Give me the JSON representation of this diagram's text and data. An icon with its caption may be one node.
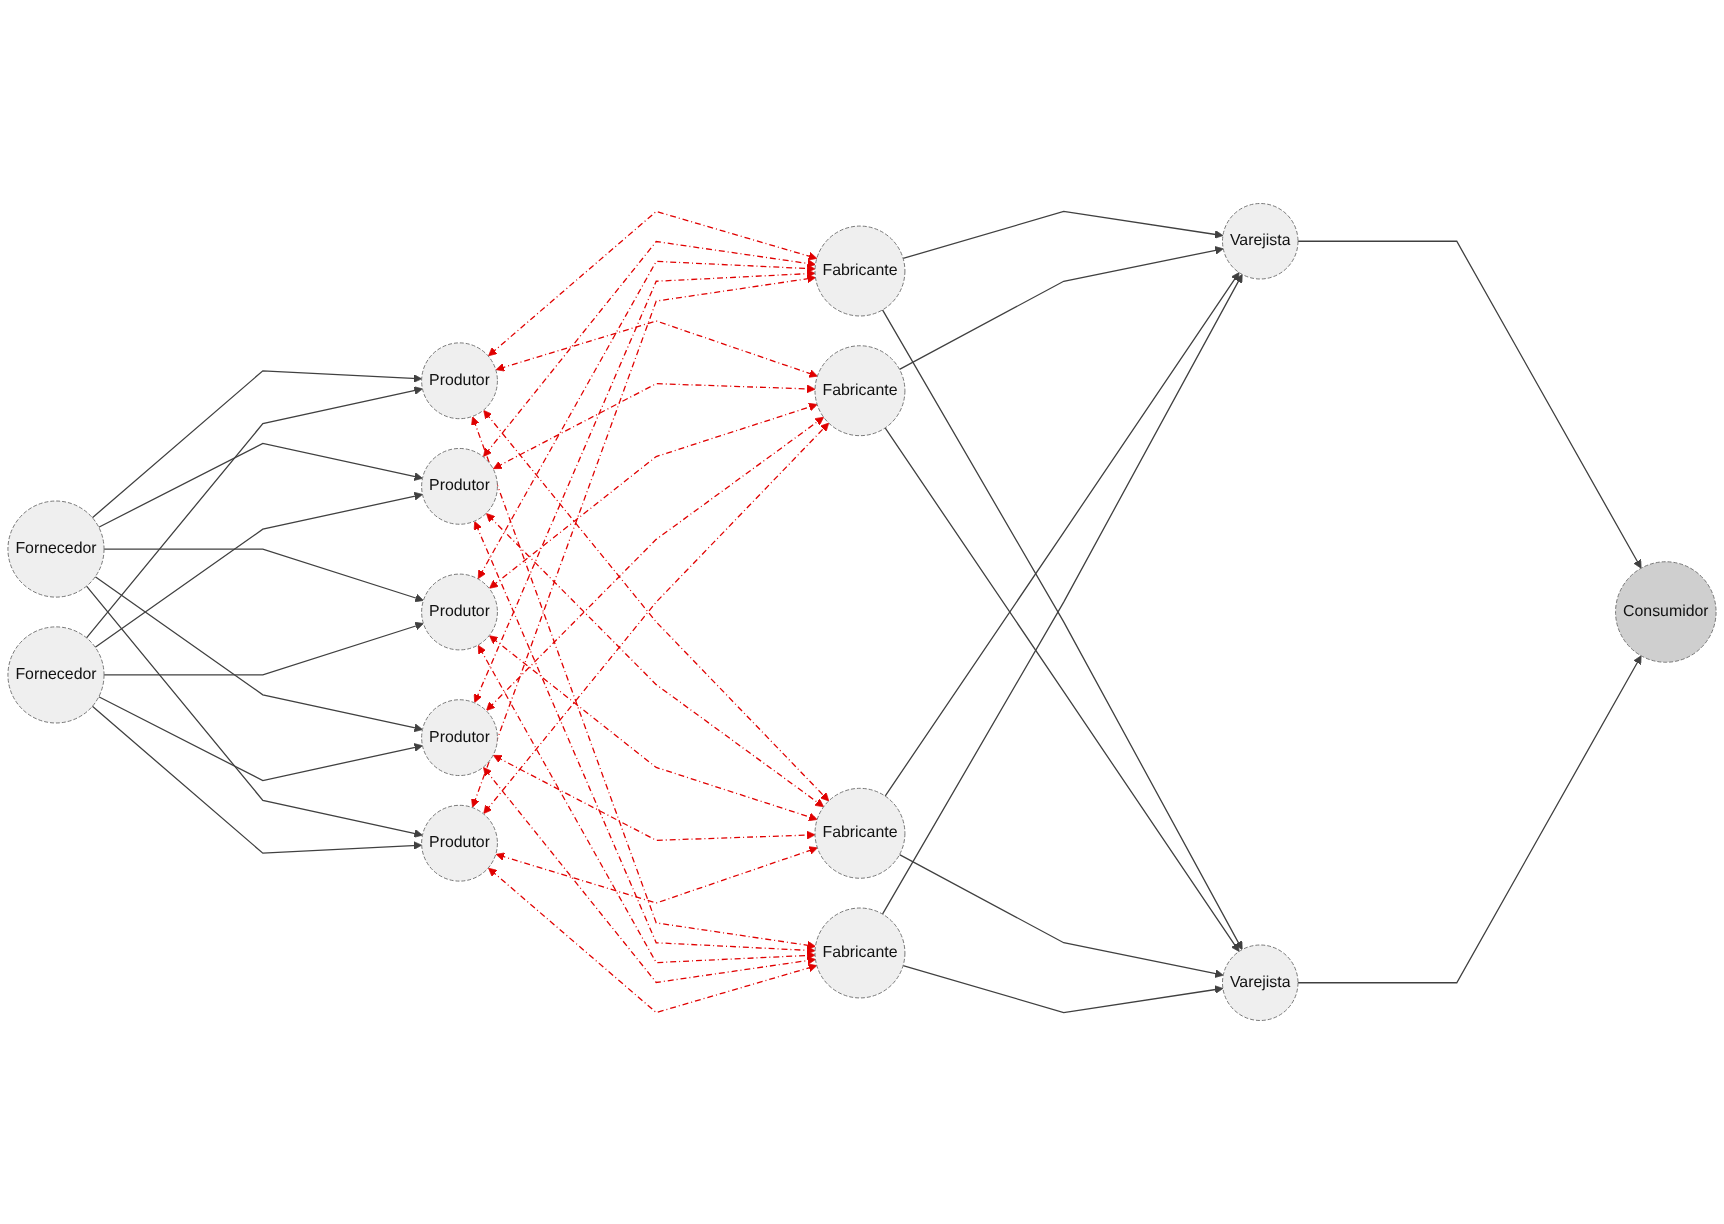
{
  "diagram": {
    "nodes": [
      {
        "text": [
          "Fornecedor"
        ]
      },
      {
        "text": [
          "Fornecedor"
        ]
      },
      {
        "text": [
          "Produtor"
        ]
      },
      {
        "text": [
          "Produtor"
        ]
      },
      {
        "text": [
          "Produtor"
        ]
      },
      {
        "text": [
          "Produtor"
        ]
      },
      {
        "text": [
          "Produtor"
        ]
      },
      {
        "text": [
          "Fabricante"
        ]
      },
      {
        "text": [
          "Fabricante"
        ]
      },
      {
        "text": [
          "Fabricante"
        ]
      },
      {
        "text": [
          "Fabricante"
        ]
      },
      {
        "text": [
          "Varejista"
        ]
      },
      {
        "text": [
          "Varejista"
        ]
      },
      {
        "text": [
          "Consumidor"
        ]
      }
    ],
    "edges": [
      {
        "from": 0,
        "to": 2,
        "arrow": "to"
      },
      {
        "from": 0,
        "to": 3,
        "arrow": "to"
      },
      {
        "from": 0,
        "to": 4,
        "arrow": "to"
      },
      {
        "from": 0,
        "to": 5,
        "arrow": "to"
      },
      {
        "from": 0,
        "to": 6,
        "arrow": "to"
      },
      {
        "from": 1,
        "to": 2,
        "arrow": "to"
      },
      {
        "from": 1,
        "to": 3,
        "arrow": "to"
      },
      {
        "from": 1,
        "to": 4,
        "arrow": "to"
      },
      {
        "from": 1,
        "to": 5,
        "arrow": "to"
      },
      {
        "from": 1,
        "to": 6,
        "arrow": "to"
      },
      {
        "from": 2,
        "to": 7,
        "arrow": "both",
        "style": "dashed",
        "color": "#e00000"
      },
      {
        "from": 2,
        "to": 8,
        "arrow": "both",
        "style": "dashed",
        "color": "#e00000"
      },
      {
        "from": 2,
        "to": 9,
        "arrow": "both",
        "style": "dashed",
        "color": "#e00000"
      },
      {
        "from": 2,
        "to": 10,
        "arrow": "both",
        "style": "dashed",
        "color": "#e00000"
      },
      {
        "from": 3,
        "to": 7,
        "arrow": "both",
        "style": "dashed",
        "color": "#e00000"
      },
      {
        "from": 3,
        "to": 8,
        "arrow": "both",
        "style": "dashed",
        "color": "#e00000"
      },
      {
        "from": 3,
        "to": 9,
        "arrow": "both",
        "style": "dashed",
        "color": "#e00000"
      },
      {
        "from": 3,
        "to": 10,
        "arrow": "both",
        "style": "dashed",
        "color": "#e00000"
      },
      {
        "from": 4,
        "to": 7,
        "arrow": "both",
        "style": "dashed",
        "color": "#e00000"
      },
      {
        "from": 4,
        "to": 8,
        "arrow": "both",
        "style": "dashed",
        "color": "#e00000"
      },
      {
        "from": 4,
        "to": 9,
        "arrow": "both",
        "style": "dashed",
        "color": "#e00000"
      },
      {
        "from": 4,
        "to": 10,
        "arrow": "both",
        "style": "dashed",
        "color": "#e00000"
      },
      {
        "from": 5,
        "to": 7,
        "arrow": "both",
        "style": "dashed",
        "color": "#e00000"
      },
      {
        "from": 5,
        "to": 8,
        "arrow": "both",
        "style": "dashed",
        "color": "#e00000"
      },
      {
        "from": 5,
        "to": 9,
        "arrow": "both",
        "style": "dashed",
        "color": "#e00000"
      },
      {
        "from": 5,
        "to": 10,
        "arrow": "both",
        "style": "dashed",
        "color": "#e00000"
      },
      {
        "from": 6,
        "to": 7,
        "arrow": "both",
        "style": "dashed",
        "color": "#e00000"
      },
      {
        "from": 6,
        "to": 8,
        "arrow": "both",
        "style": "dashed",
        "color": "#e00000"
      },
      {
        "from": 6,
        "to": 9,
        "arrow": "both",
        "style": "dashed",
        "color": "#e00000"
      },
      {
        "from": 6,
        "to": 10,
        "arrow": "both",
        "style": "dashed",
        "color": "#e00000"
      },
      {
        "from": 7,
        "to": 11,
        "arrow": "to"
      },
      {
        "from": 7,
        "to": 12,
        "arrow": "to"
      },
      {
        "from": 8,
        "to": 11,
        "arrow": "to"
      },
      {
        "from": 8,
        "to": 12,
        "arrow": "to"
      },
      {
        "from": 9,
        "to": 11,
        "arrow": "to"
      },
      {
        "from": 9,
        "to": 12,
        "arrow": "to"
      },
      {
        "from": 10,
        "to": 11,
        "arrow": "to"
      },
      {
        "from": 10,
        "to": 12,
        "arrow": "to"
      },
      {
        "from": 11,
        "to": 13,
        "arrow": "to"
      },
      {
        "from": 12,
        "to": 13,
        "arrow": "to"
      }
    ]
  }
}
